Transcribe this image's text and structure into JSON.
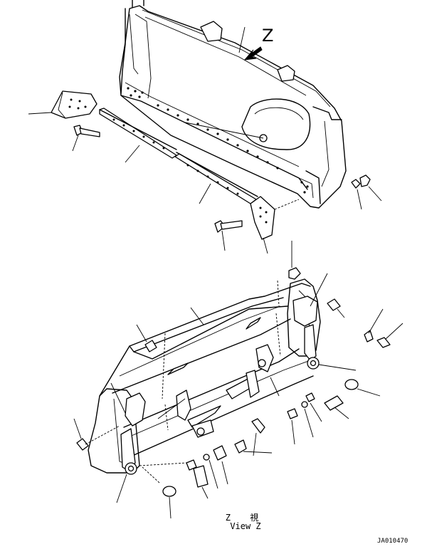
{
  "diagram": {
    "view_marker": "Z",
    "view_label_jp": "Z 視",
    "view_label_en": "View Z",
    "drawing_code": "JA010470"
  }
}
